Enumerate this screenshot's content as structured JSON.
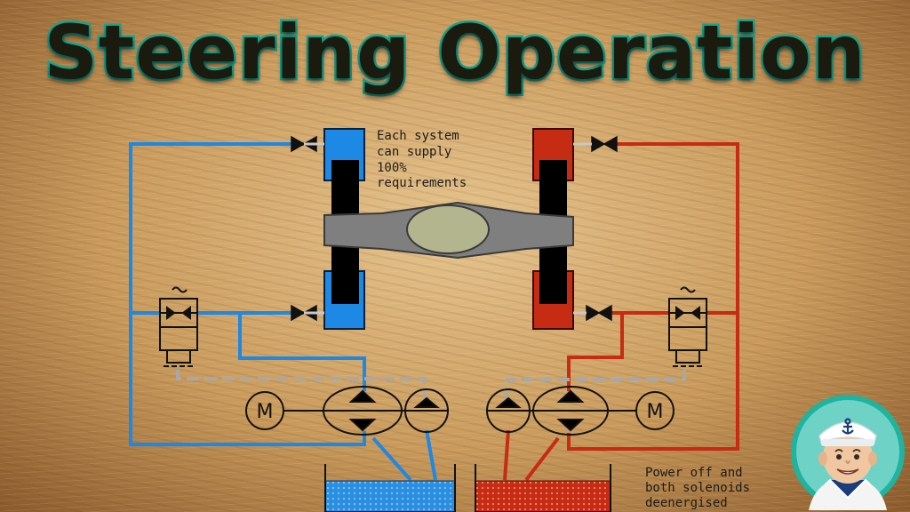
{
  "title": "Steering Operation",
  "notes": {
    "top": [
      "Each system",
      "can supply",
      "100%",
      "requirements"
    ],
    "bottom": [
      "Power off and",
      "both solenoids",
      "deenergised"
    ]
  },
  "motor_symbol": "M",
  "colors": {
    "system_a": "#1e88e5",
    "system_b": "#c62b14",
    "title_outline": "#17a58f",
    "ram_body": "#8a8a8a",
    "rudder_hub": "#b2b58d",
    "pilot_line": "#a8a8a8"
  },
  "icons": {
    "valve": "bowtie-valve-icon",
    "pump": "pump-icon",
    "motor": "motor-icon",
    "solenoid": "solenoid-valve-icon",
    "mascot": "sailor-mascot-icon"
  }
}
